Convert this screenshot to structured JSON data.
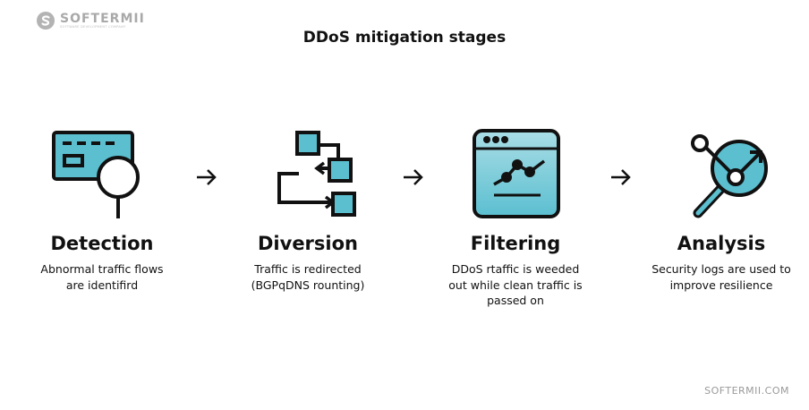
{
  "brand": {
    "name": "SOFTERMII",
    "tagline": "SOFTWARE DEVELOPMENT COMPANY",
    "logo_icon": "softermii-s-logo-icon"
  },
  "title": "DDoS mitigation  stages",
  "stages": [
    {
      "label": "Detection",
      "description": "Abnormal traffic flows are identifird",
      "icon": "monitor-magnifier-icon"
    },
    {
      "label": "Diversion",
      "description": "Traffic is redirected (BGPqDNS rounting)",
      "icon": "redirect-flow-icon"
    },
    {
      "label": "Filtering",
      "description": "DDoS rtaffic is weeded out while clean traffic is passed on",
      "icon": "filter-window-icon"
    },
    {
      "label": "Analysis",
      "description": "Security logs are used to improve resilience",
      "icon": "analysis-magnifier-icon"
    }
  ],
  "arrow_icon": "right-arrow-icon",
  "footer": "SOFTERMII.COM",
  "colors": {
    "icon_fill": "#5bbfd0",
    "icon_fill_light": "#a9dde6",
    "outline": "#111111",
    "muted_text": "#9a9a9a"
  }
}
